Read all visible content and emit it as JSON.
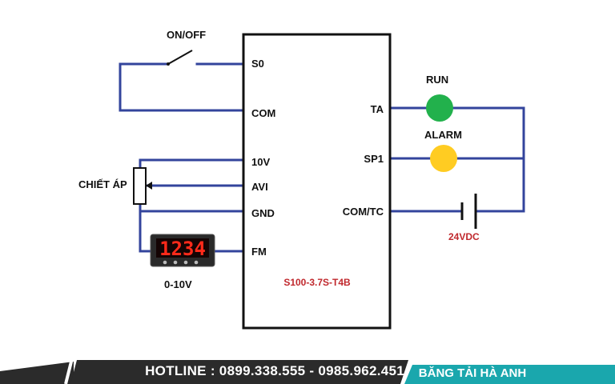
{
  "switch_label": "ON/OFF",
  "pot_label": "CHIẾT ÁP",
  "meter": {
    "label": "0-10V",
    "display": "1234"
  },
  "inverter": {
    "model": "S100-3.7S-T4B",
    "left_terminals": [
      "S0",
      "COM",
      "10V",
      "AVI",
      "GND",
      "FM"
    ],
    "right_terminals": [
      "TA",
      "SP1",
      "COM/TC"
    ]
  },
  "lamps": [
    {
      "label": "RUN",
      "color": "#22b14c"
    },
    {
      "label": "ALARM",
      "color": "#ffcc22"
    }
  ],
  "supply_label": "24VDC",
  "footer": {
    "hotline": "HOTLINE : 0899.338.555 - 0985.962.451",
    "brand": "BĂNG TẢI HÀ ANH"
  },
  "colors": {
    "wire": "#33449c",
    "accent_red": "#c0282d",
    "footer_dark": "#2b2b2b",
    "footer_brand": "#1aa7ad"
  }
}
